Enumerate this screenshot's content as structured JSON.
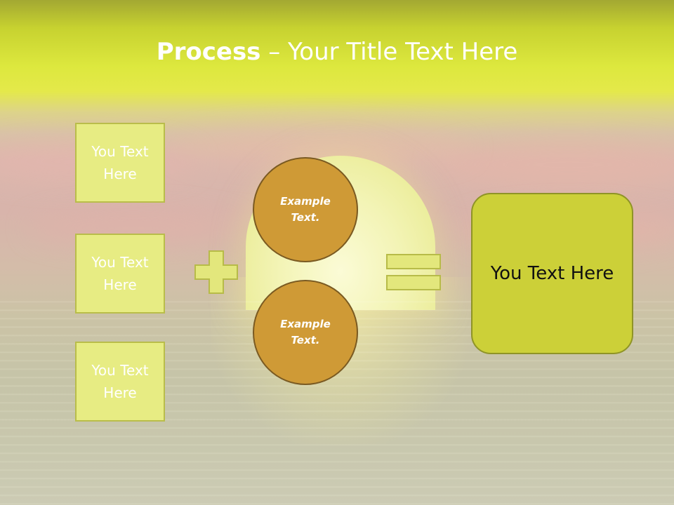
{
  "title": {
    "bold": "Process",
    "rest": " – Your Title Text Here"
  },
  "left_boxes": [
    {
      "label": "You Text Here"
    },
    {
      "label": "You Text Here"
    },
    {
      "label": "You Text Here"
    }
  ],
  "circles": [
    {
      "label": "Example Text."
    },
    {
      "label": "Example Text."
    }
  ],
  "result": {
    "label": "You Text Here"
  },
  "colors": {
    "box_fill": "#e7ec83",
    "circle_fill": "#cf9a36",
    "result_fill": "#ccd038",
    "operator_fill": "#e3e77c"
  },
  "icons": {
    "plus": "plus-sign",
    "equals": "equals-sign"
  }
}
